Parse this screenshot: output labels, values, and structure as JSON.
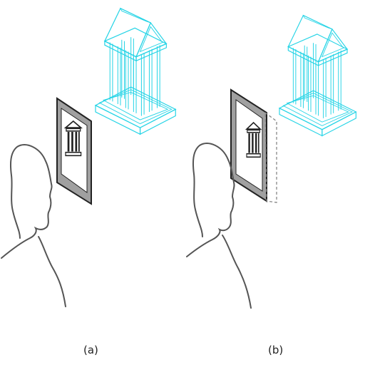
{
  "captions": {
    "a": "(a)",
    "b": "(b)"
  },
  "colors": {
    "building": "#26d4e6",
    "outline": "#555555",
    "frame": "#222222",
    "frame_fill": "#a0a0a0",
    "dashed": "#888888"
  },
  "icons": [
    "person-head-outline",
    "tablet-with-temple-icon",
    "wireframe-temple"
  ]
}
